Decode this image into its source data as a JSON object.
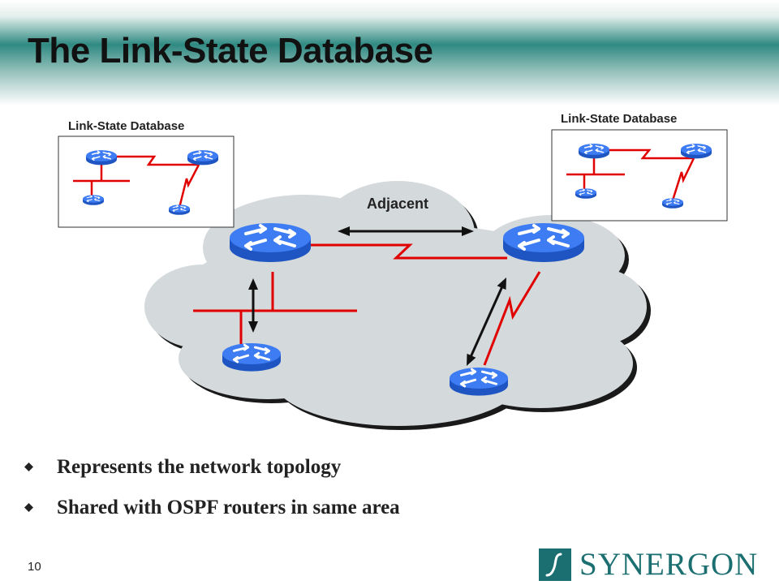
{
  "slide": {
    "title": "The Link-State Database",
    "page_number": "10"
  },
  "diagram": {
    "lsdb_left_label": "Link-State Database",
    "lsdb_right_label": "Link-State Database",
    "adjacent_label": "Adjacent",
    "colors": {
      "cloud": "#d4d9dc",
      "router": "#2b67e0",
      "router_top": "#3d7cf2",
      "link": "#e00000",
      "arrow": "#111111"
    }
  },
  "bullets": [
    "Represents the network topology",
    "Shared with OSPF routers in same area"
  ],
  "logo": {
    "text": "SYNERGON",
    "color": "#1c6f71"
  }
}
